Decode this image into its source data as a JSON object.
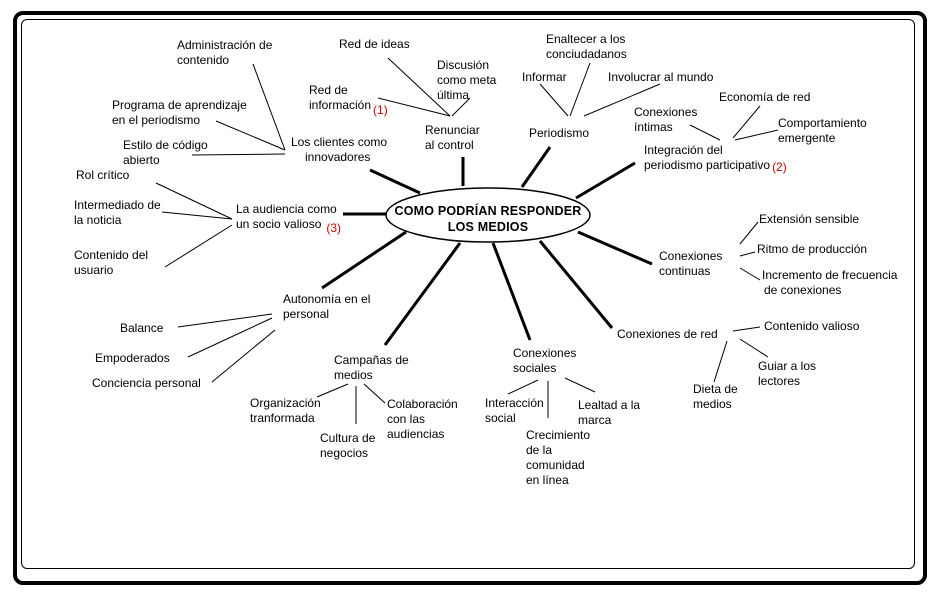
{
  "center": {
    "line1": "COMO PODRÍAN RESPONDER",
    "line2": "LOS MEDIOS"
  },
  "nodes": {
    "clientes": {
      "l1": "Los clientes como",
      "l2": "innovadores"
    },
    "renunciar": {
      "l1": "Renunciar",
      "l2": "al control"
    },
    "periodismo": {
      "l1": "Periodismo"
    },
    "integracion": {
      "l1": "Integración del",
      "l2": "periodismo participativo",
      "ref": "(2)"
    },
    "audiencia": {
      "l1": "La audiencia como",
      "l2": "un socio valioso",
      "ref": "(3)"
    },
    "continuas": {
      "l1": "Conexiones",
      "l2": "continuas"
    },
    "autonomia": {
      "l1": "Autonomía en el",
      "l2": "personal"
    },
    "red": {
      "l1": "Conexiones de red"
    },
    "campanas": {
      "l1": "Campañas de",
      "l2": "medios"
    },
    "sociales": {
      "l1": "Conexiones",
      "l2": "sociales"
    }
  },
  "leaves": {
    "administracion": {
      "l1": "Administración de",
      "l2": "contenido"
    },
    "programa": {
      "l1": "Programa de aprendizaje",
      "l2": "en el periodismo"
    },
    "estilo": {
      "l1": "Estilo de código",
      "l2": "abierto"
    },
    "red_ideas": {
      "l1": "Red de ideas"
    },
    "red_info": {
      "l1": "Red de",
      "l2": "información",
      "ref": "(1)"
    },
    "discusion": {
      "l1": "Discusión",
      "l2": "como meta",
      "l3": "última"
    },
    "enaltecer": {
      "l1": "Enaltecer a los",
      "l2": "conciudadanos"
    },
    "informar": {
      "l1": "Informar"
    },
    "involucrar": {
      "l1": "Involucrar al mundo"
    },
    "intimas": {
      "l1": "Conexiones",
      "l2": "íntimas"
    },
    "economia": {
      "l1": "Economía de red"
    },
    "comportamiento": {
      "l1": "Comportamiento",
      "l2": "emergente"
    },
    "rol": {
      "l1": "Rol crítico"
    },
    "intermediado": {
      "l1": "Intermediado de",
      "l2": "la noticia"
    },
    "contenido_usuario": {
      "l1": "Contenido del",
      "l2": "usuario"
    },
    "extension": {
      "l1": "Extensión sensible"
    },
    "ritmo": {
      "l1": "Ritmo de producción"
    },
    "incremento": {
      "l1": "Incremento de frecuencia",
      "l2": "de conexiones"
    },
    "balance": {
      "l1": "Balance"
    },
    "empoderados": {
      "l1": "Empoderados"
    },
    "conciencia": {
      "l1": "Conciencia personal"
    },
    "contenido_valioso": {
      "l1": "Contenido valioso"
    },
    "guiar": {
      "l1": "Guiar a los",
      "l2": "lectores"
    },
    "dieta": {
      "l1": "Dieta de",
      "l2": "medios"
    },
    "organizacion": {
      "l1": "Organización",
      "l2": "tranformada"
    },
    "cultura": {
      "l1": "Cultura de",
      "l2": "negocios"
    },
    "colaboracion": {
      "l1": "Colaboración",
      "l2": "con las",
      "l3": "audiencias"
    },
    "interaccion": {
      "l1": "Interacción",
      "l2": "social"
    },
    "crecimiento": {
      "l1": "Crecimiento",
      "l2": "de la",
      "l3": "comunidad",
      "l4": "en línea"
    },
    "lealtad": {
      "l1": "Lealtad a la",
      "l2": "marca"
    }
  }
}
